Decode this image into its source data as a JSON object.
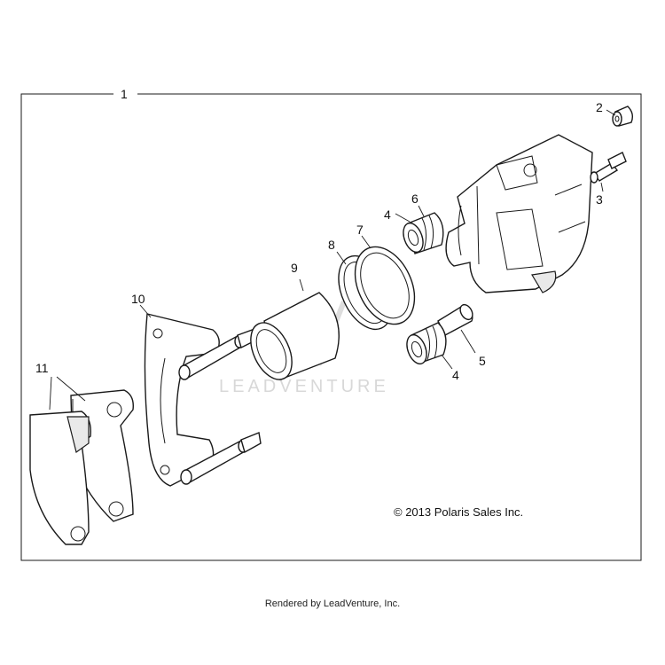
{
  "callouts": {
    "c1": "1",
    "c2": "2",
    "c3": "3",
    "c4a": "4",
    "c4b": "4",
    "c5": "5",
    "c6": "6",
    "c7": "7",
    "c8": "8",
    "c9": "9",
    "c10": "10",
    "c11": "11"
  },
  "copyright": "© 2013 Polaris Sales Inc.",
  "watermark": "LEADVENTURE",
  "footer": "Rendered by LeadVenture, Inc.",
  "colors": {
    "line": "#1a1a1a",
    "watermark": "#d8d8d8",
    "background": "#ffffff"
  }
}
